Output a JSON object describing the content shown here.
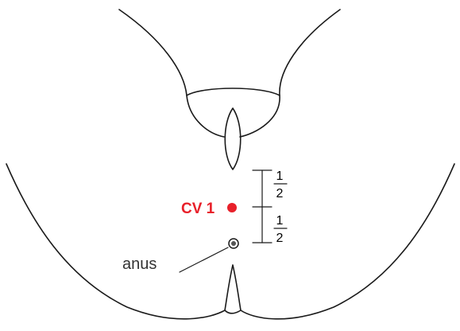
{
  "labels": {
    "point_name": "CV 1",
    "anatomy_label": "anus",
    "upper_fraction": {
      "numerator": "1",
      "denominator": "2"
    },
    "lower_fraction": {
      "numerator": "1",
      "denominator": "2"
    }
  },
  "colors": {
    "point": "#e8202a",
    "line": "#1a1a1a"
  }
}
